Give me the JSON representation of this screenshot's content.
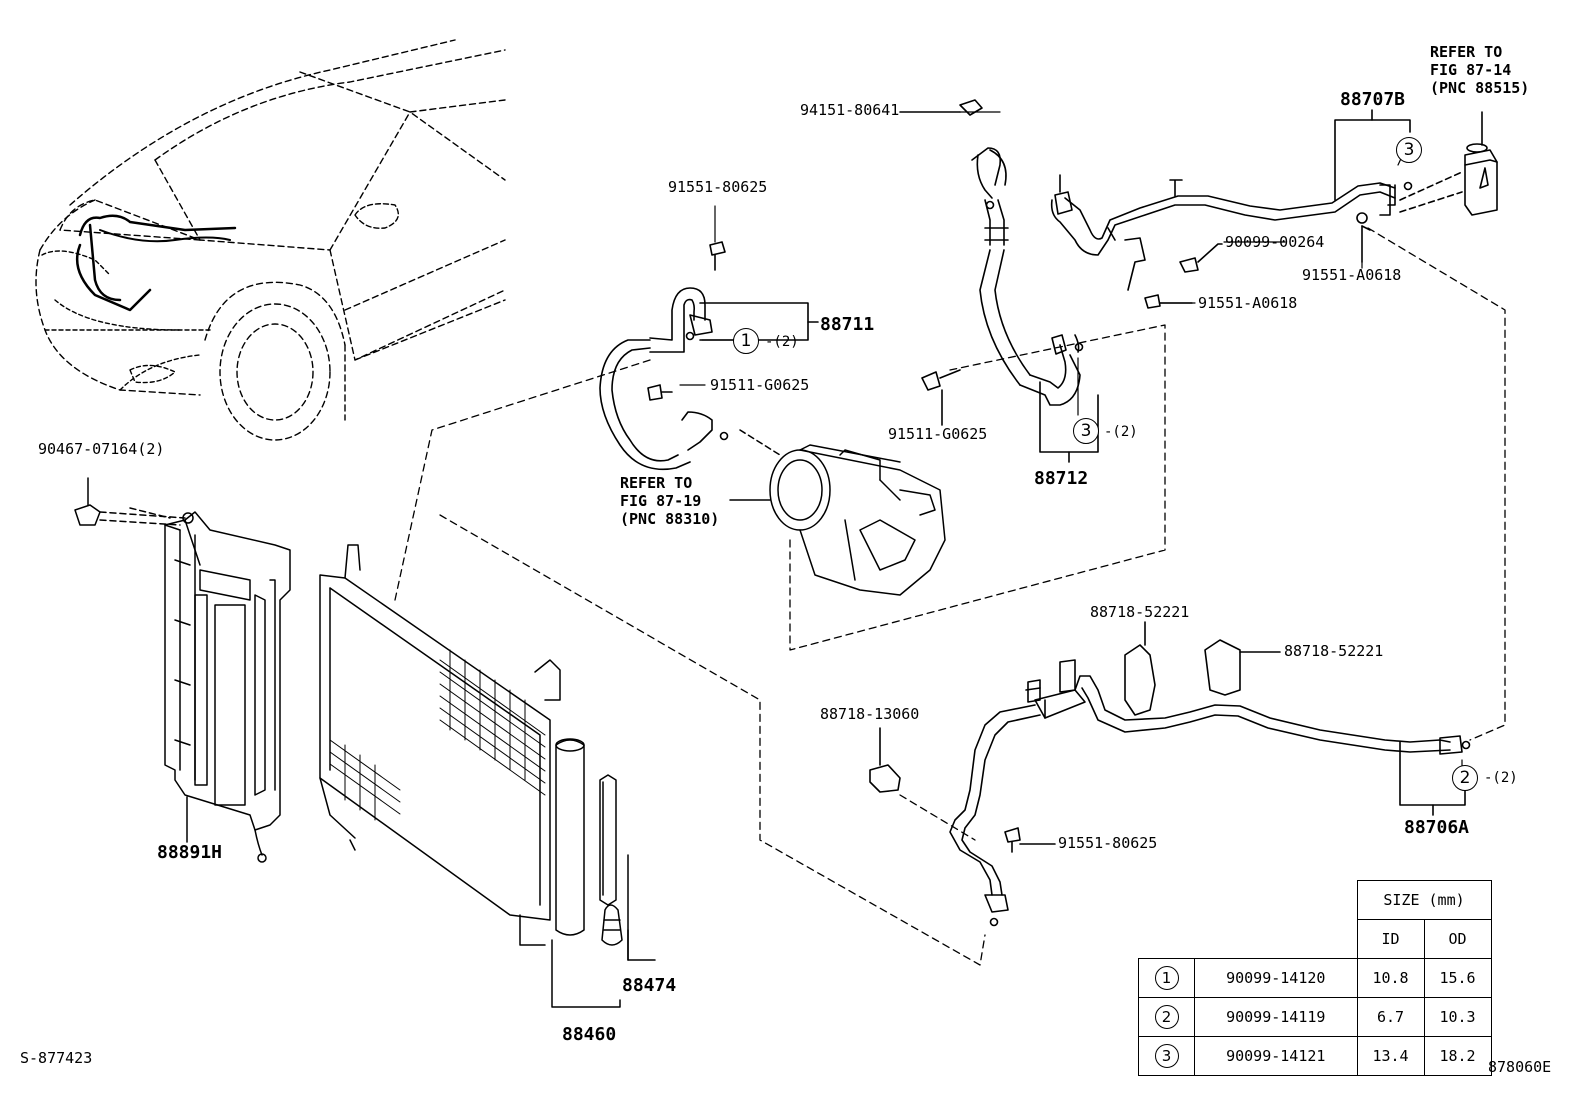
{
  "labels": {
    "p_90467": "90467-07164(2)",
    "p_88891h": "88891H",
    "p_88460": "88460",
    "p_88474": "88474",
    "p_91551_80625_top": "91551-80625",
    "p_88711": "88711",
    "p_91511_g0625_left": "91511-G0625",
    "p_94151": "94151-80641",
    "p_90099_00264": "90099-00264",
    "p_91551_a0618_right": "91551-A0618",
    "p_91551_a0618_mid": "91551-A0618",
    "p_91511_g0625_mid": "91511-G0625",
    "p_88712": "88712",
    "p_88707b": "88707B",
    "p_88718_52221_a": "88718-52221",
    "p_88718_52221_b": "88718-52221",
    "p_88718_13060": "88718-13060",
    "p_91551_80625_bot": "91551-80625",
    "p_88706a": "88706A"
  },
  "refs": {
    "ref_compressor": "REFER TO\nFIG 87-19\n(PNC 88310)",
    "ref_valve": "REFER TO\nFIG 87-14\n(PNC 88515)"
  },
  "callouts": {
    "c1_num": "1",
    "c1_qty": "-(2)",
    "c3_top_num": "3",
    "c3_mid_num": "3",
    "c3_mid_qty": "-(2)",
    "c2_num": "2",
    "c2_qty": "-(2)"
  },
  "table": {
    "size_header": "SIZE (mm)",
    "id_header": "ID",
    "od_header": "OD",
    "rows": [
      {
        "no": "1",
        "part": "90099-14120",
        "id": "10.8",
        "od": "15.6"
      },
      {
        "no": "2",
        "part": "90099-14119",
        "id": "6.7",
        "od": "10.3"
      },
      {
        "no": "3",
        "part": "90099-14121",
        "id": "13.4",
        "od": "18.2"
      }
    ]
  },
  "footer": {
    "left_code": "S-877423",
    "right_code": "878060E"
  }
}
